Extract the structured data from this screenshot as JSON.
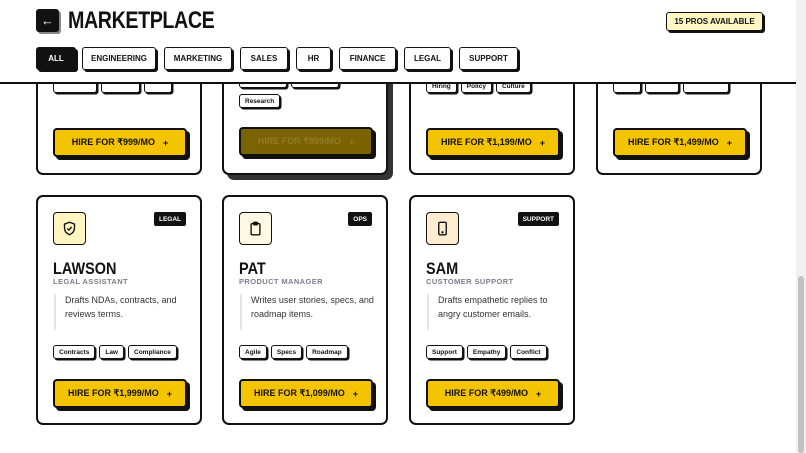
{
  "header": {
    "back_icon": "arrow-left-icon",
    "title": "MARKETPLACE",
    "available": "15 PROS AVAILABLE"
  },
  "tabs": [
    {
      "label": "ALL",
      "active": true
    },
    {
      "label": "ENGINEERING"
    },
    {
      "label": "MARKETING"
    },
    {
      "label": "SALES"
    },
    {
      "label": "HR"
    },
    {
      "label": "FINANCE"
    },
    {
      "label": "LEGAL"
    },
    {
      "label": "SUPPORT"
    }
  ],
  "top_row": [
    {
      "tags": [
        "",
        "",
        ""
      ],
      "hire": "HIRE FOR ₹999/MO"
    },
    {
      "tags": [
        "",
        "",
        "Research"
      ],
      "hire": "HIRE FOR ₹899/MO"
    },
    {
      "tags": [
        "Hiring",
        "Policy",
        "Culture"
      ],
      "hire": "HIRE FOR ₹1,199/MO"
    },
    {
      "tags": [
        "",
        "",
        ""
      ],
      "hire": "HIRE FOR ₹1,499/MO"
    }
  ],
  "cards": [
    {
      "icon": "shield-check-icon",
      "icon_bg": "#fff6c2",
      "badge": "LEGAL",
      "name": "LAWSON",
      "role": "LEGAL ASSISTANT",
      "desc": "Drafts NDAs, contracts, and reviews terms.",
      "tags": [
        "Contracts",
        "Law",
        "Compliance"
      ],
      "hire": "HIRE FOR ₹1,999/MO"
    },
    {
      "icon": "clipboard-icon",
      "icon_bg": "#fff9e3",
      "badge": "OPS",
      "name": "PAT",
      "role": "PRODUCT MANAGER",
      "desc": "Writes user stories, specs, and roadmap items.",
      "tags": [
        "Agile",
        "Specs",
        "Roadmap"
      ],
      "hire": "HIRE FOR ₹1,099/MO"
    },
    {
      "icon": "phone-icon",
      "icon_bg": "#ffedd2",
      "badge": "SUPPORT",
      "name": "SAM",
      "role": "CUSTOMER SUPPORT",
      "desc": "Drafts empathetic replies to angry customer emails.",
      "tags": [
        "Support",
        "Empathy",
        "Conflict"
      ],
      "hire": "HIRE FOR ₹499/MO"
    }
  ],
  "plus": "+",
  "colors": {
    "accent": "#f5c400",
    "dark": "#111111"
  }
}
